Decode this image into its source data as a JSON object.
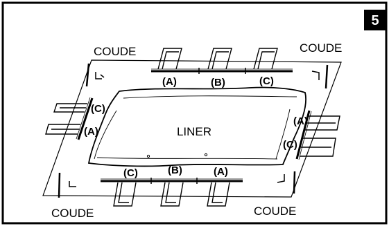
{
  "step": {
    "number": "5"
  },
  "labels": {
    "coude": "COUDE",
    "liner": "LINER",
    "part_a": "(A)",
    "part_b": "(B)",
    "part_c": "(C)"
  },
  "colors": {
    "ink": "#000000",
    "paper": "#ffffff",
    "badge": "#000000"
  }
}
